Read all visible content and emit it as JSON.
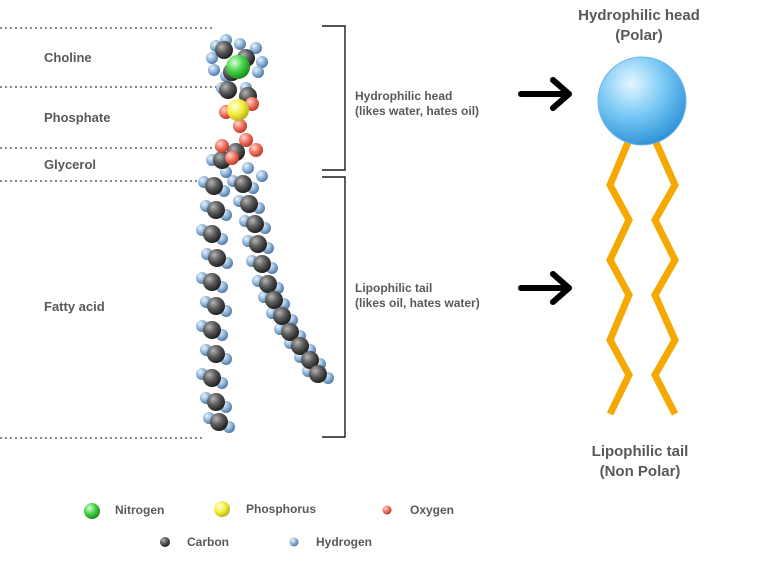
{
  "regions": {
    "choline": "Choline",
    "phosphate": "Phosphate",
    "glycerol": "Glycerol",
    "fatty_acid": "Fatty acid"
  },
  "brackets": {
    "head": {
      "line1": "Hydrophilic head",
      "line2": "(likes water, hates oil)"
    },
    "tail": {
      "line1": "Lipophilic tail",
      "line2": "(likes oil, hates water)"
    }
  },
  "model": {
    "head": {
      "line1": "Hydrophilic head",
      "line2": "(Polar)"
    },
    "tail": {
      "line1": "Lipophilic tail",
      "line2": "(Non Polar)"
    }
  },
  "legend": {
    "nitrogen": "Nitrogen",
    "phosphorus": "Phosphorus",
    "oxygen": "Oxygen",
    "carbon": "Carbon",
    "hydrogen": "Hydrogen"
  },
  "colors": {
    "nitrogen": "#3fd03f",
    "phosphorus": "#f2ee3a",
    "oxygen": "#f06a5a",
    "carbon": "#505050",
    "hydrogen": "#7fa6cf",
    "head_sphere": "#5fb8ee",
    "tail_stroke": "#f5a800",
    "arrow": "#000000"
  }
}
